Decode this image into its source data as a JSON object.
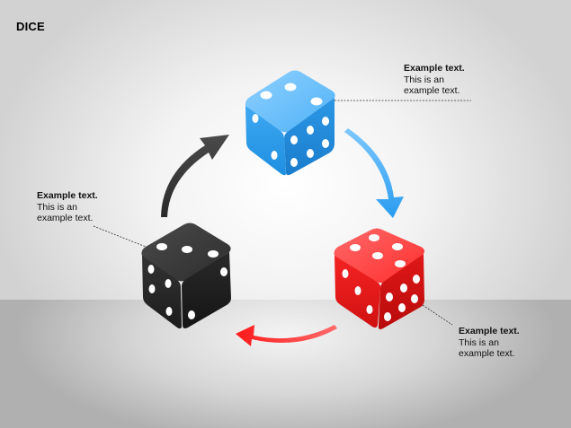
{
  "title": "DICE",
  "colors": {
    "blue": "#3fa9f5",
    "red": "#ff2a2a",
    "black": "#2a2a2a",
    "arrow_black": "#333333"
  },
  "notes": [
    {
      "heading": "Example text.",
      "line1": "This is an",
      "line2": "example text."
    },
    {
      "heading": "Example text.",
      "line1": "This is an",
      "line2": "example text."
    },
    {
      "heading": "Example text.",
      "line1": "This is an",
      "line2": "example text."
    }
  ]
}
